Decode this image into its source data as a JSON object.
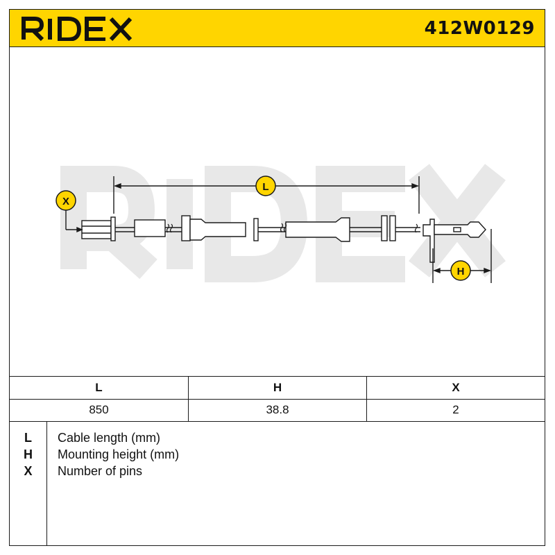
{
  "header": {
    "brand": "RIDEX",
    "part_number": "412W0129"
  },
  "drawing": {
    "watermark": "RIDEX",
    "markers": {
      "length": "L",
      "height": "H",
      "pins": "X"
    },
    "marker_color": "#ffd500"
  },
  "spec_table": {
    "headers": [
      "L",
      "H",
      "X"
    ],
    "values": [
      "850",
      "38.8",
      "2"
    ]
  },
  "legend": [
    {
      "key": "L",
      "desc": "Cable length (mm)"
    },
    {
      "key": "H",
      "desc": "Mounting height (mm)"
    },
    {
      "key": "X",
      "desc": "Number of pins"
    }
  ],
  "colors": {
    "header_bg": "#ffd500",
    "line": "#1a1a1a",
    "watermark": "#e6e6e6"
  }
}
